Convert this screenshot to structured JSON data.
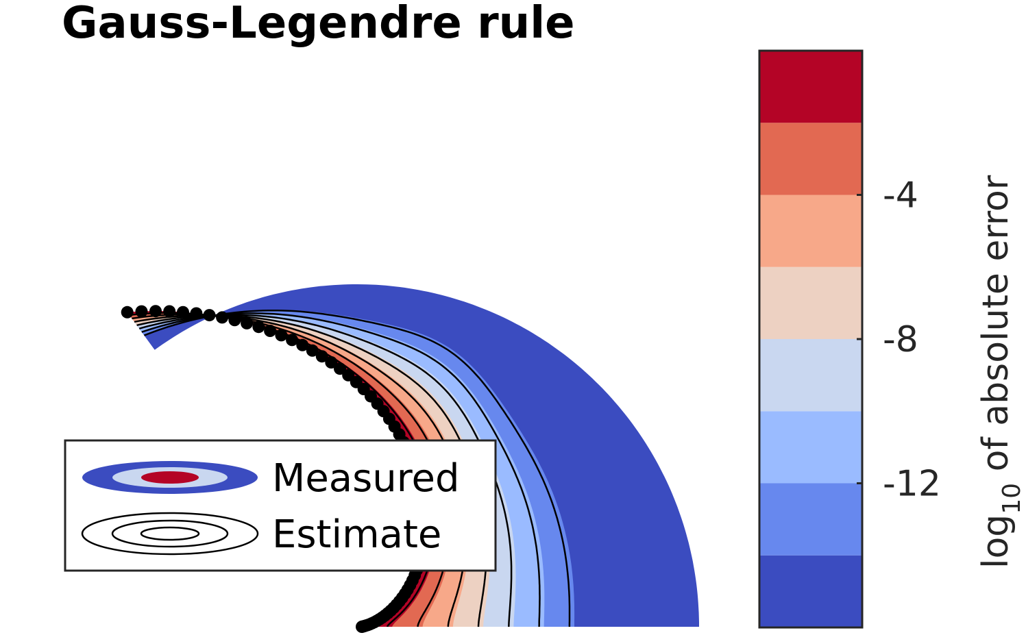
{
  "chart_data": {
    "type": "contour",
    "title": "Gauss-Legendre rule",
    "colorbar": {
      "label_main": "log",
      "label_sub": "10",
      "label_rest": " of absolute error",
      "ticks": [
        -4,
        -8,
        -12
      ],
      "tick_labels": [
        "-4",
        "-8",
        "-12"
      ],
      "range": [
        -16,
        0
      ],
      "levels": [
        -16,
        -14,
        -12,
        -10,
        -8,
        -6,
        -4,
        -2,
        0
      ],
      "colors": [
        "#3b4cc0",
        "#6788ee",
        "#9abbff",
        "#c9d7f0",
        "#edd1c2",
        "#f7a889",
        "#e26952",
        "#b40426"
      ]
    },
    "legend": {
      "placement": "bottom-left",
      "entries": [
        {
          "label": "Measured",
          "style": "filled"
        },
        {
          "label": "Estimate",
          "style": "lines"
        }
      ]
    },
    "contour_count": 9
  }
}
